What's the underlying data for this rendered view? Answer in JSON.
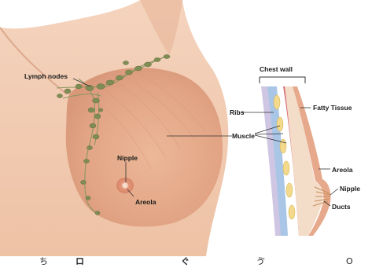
{
  "labels": {
    "lymph_nodes": "Lymph nodes",
    "nipple_left": "Nipple",
    "areola_left": "Areola",
    "chest_wall": "Chest wall",
    "ribs": "Ribs",
    "fatty_tissue": "Fatty Tissue",
    "muscle": "Muscle",
    "areola_right": "Areola",
    "nipple_right": "Nipple",
    "ducts": "Ducts"
  },
  "colors": {
    "skin": "#f0c9ae",
    "skin_shadow": "#e0aa8a",
    "breast": "#e8b092",
    "areola": "#e0987a",
    "node": "#7d8a52",
    "rib": "#f1d98a",
    "muscle": "#d9707a",
    "fat": "#f2d8c3",
    "wall": "#c9c0de"
  },
  "strip_glyphs": [
    "ち",
    "ロ",
    "ぐ",
    "ゔ",
    "O"
  ]
}
